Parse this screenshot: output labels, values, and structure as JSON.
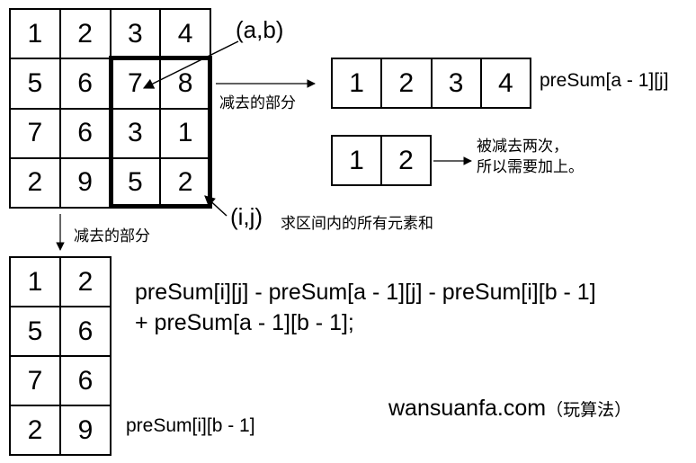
{
  "main_grid": [
    [
      "1",
      "2",
      "3",
      "4"
    ],
    [
      "5",
      "6",
      "7",
      "8"
    ],
    [
      "7",
      "6",
      "3",
      "1"
    ],
    [
      "2",
      "9",
      "5",
      "2"
    ]
  ],
  "top_grid": [
    "1",
    "2",
    "3",
    "4"
  ],
  "mid_grid": [
    "1",
    "2"
  ],
  "left_grid": [
    [
      "1",
      "2"
    ],
    [
      "5",
      "6"
    ],
    [
      "7",
      "6"
    ],
    [
      "2",
      "9"
    ]
  ],
  "labels": {
    "corner_ab": "(a,b)",
    "corner_ij": "(i,j)",
    "subtract_right": "减去的部分",
    "subtract_down": "减去的部分",
    "presum_aj": "preSum[a - 1][j]",
    "presum_ib": "preSum[i][b - 1]",
    "note_line1": "被减去两次，",
    "note_line2": "所以需要加上。",
    "region_desc": "求区间内的所有元素和",
    "formula_line1": "preSum[i][j] - preSum[a - 1][j] - preSum[i][b - 1]",
    "formula_line2": "+ preSum[a - 1][b - 1];",
    "brand": "wansuanfa.com",
    "brand_sub": "（玩算法）"
  }
}
